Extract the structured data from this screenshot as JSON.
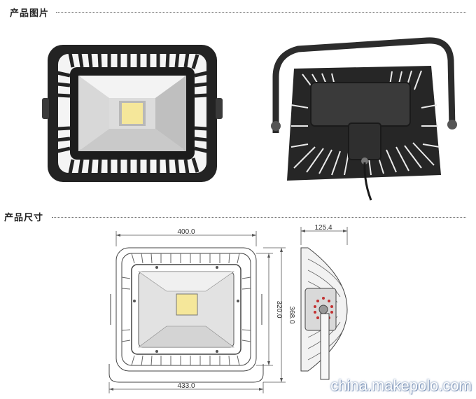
{
  "sections": {
    "photos_title": "产品图片",
    "dimensions_title": "产品尺寸"
  },
  "dimensions": {
    "front_inner_width": "400.0",
    "front_total_width": "433.0",
    "inner_height": "320.0",
    "total_height": "368.0",
    "depth": "125.4"
  },
  "watermark": "china.makepolo.com",
  "colors": {
    "housing": "#2a2a2a",
    "reflector": "#d6d6d6",
    "led_chip": "#f5e79a",
    "line_drawing": "#444444"
  }
}
